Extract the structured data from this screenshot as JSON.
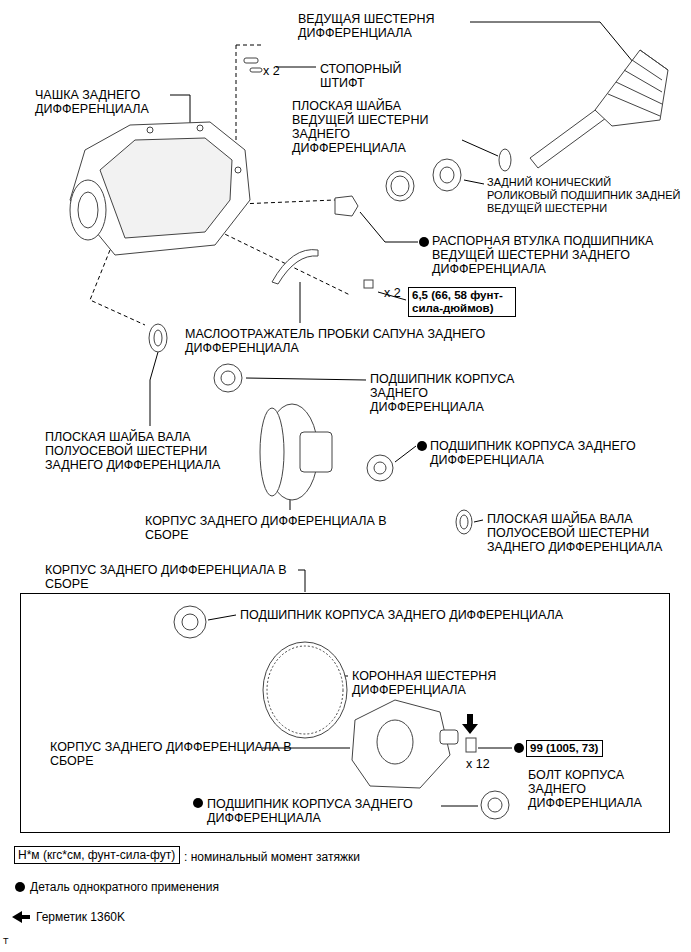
{
  "diagram": {
    "nodes": [
      {
        "text": [
          "6,5 (66, 58 фунт-сила-дюймов)"
        ]
      },
      {
        "text": [
          "КОРПУС ЗАДНЕГО ДИФФЕРЕНЦИАЛА В СБОРЕ"
        ]
      },
      {
        "text": [
          "99 (1005, 73)"
        ],
        "in": 1
      },
      {
        "text": [
          "Н*м (кгс*см, фунт-сила-фут)"
        ]
      }
    ],
    "labels": [
      "ВЕДУЩАЯ ШЕСТЕРНЯ ДИФФЕРЕНЦИАЛА",
      "x 2",
      "СТОПОРНЫЙ ШТИФТ",
      "ЧАШКА ЗАДНЕГО ДИФФЕРЕНЦИАЛА",
      "ПЛОСКАЯ ШАЙБА ВЕДУЩЕЙ ШЕСТЕРНИ ЗАДНЕГО ДИФФЕРЕНЦИАЛА",
      "ЗАДНИЙ КОНИЧЕСКИЙ РОЛИКОВЫЙ ПОДШИПНИК ЗАДНЕЙ ВЕДУЩЕЙ ШЕСТЕРНИ",
      "РАСПОРНАЯ ВТУЛКА ПОДШИПНИКА ВЕДУЩЕЙ ШЕСТЕРНИ ЗАДНЕГО ДИФФЕРЕНЦИАЛА",
      "x 2",
      "МАСЛООТРАЖАТЕЛЬ ПРОБКИ САПУНА ЗАДНЕГО ДИФФЕРЕНЦИАЛА",
      "ПОДШИПНИК КОРПУСА ЗАДНЕГО ДИФФЕРЕНЦИАЛА",
      "ПЛОСКАЯ ШАЙБА ВАЛА ПОЛУОСЕВОЙ ШЕСТЕРНИ ЗАДНЕГО ДИФФЕРЕНЦИАЛА",
      "ПОДШИПНИК КОРПУСА ЗАДНЕГО ДИФФЕРЕНЦИАЛА",
      "КОРПУС ЗАДНЕГО ДИФФЕРЕНЦИАЛА В СБОРЕ",
      "ПЛОСКАЯ ШАЙБА ВАЛА ПОЛУОСЕВОЙ ШЕСТЕРНИ ЗАДНЕГО ДИФФЕРЕНЦИАЛА",
      "ПОДШИПНИК КОРПУСА ЗАДНЕГО ДИФФЕРЕНЦИАЛА",
      "КОРОННАЯ ШЕСТЕРНЯ ДИФФЕРЕНЦИАЛА",
      "КОРПУС ЗАДНЕГО ДИФФЕРЕНЦИАЛА В СБОРЕ",
      "x 12",
      "БОЛТ КОРПУСА ЗАДНЕГО ДИФФЕРЕНЦИАЛА",
      "ПОДШИПНИК КОРПУСА ЗАДНЕГО ДИФФЕРЕНЦИАЛА",
      "T"
    ],
    "legend": [
      {
        "text": ": номинальный момент затяжки"
      },
      {
        "text": "Деталь однократного применения"
      },
      {
        "text": "Герметик 1360K"
      }
    ]
  }
}
